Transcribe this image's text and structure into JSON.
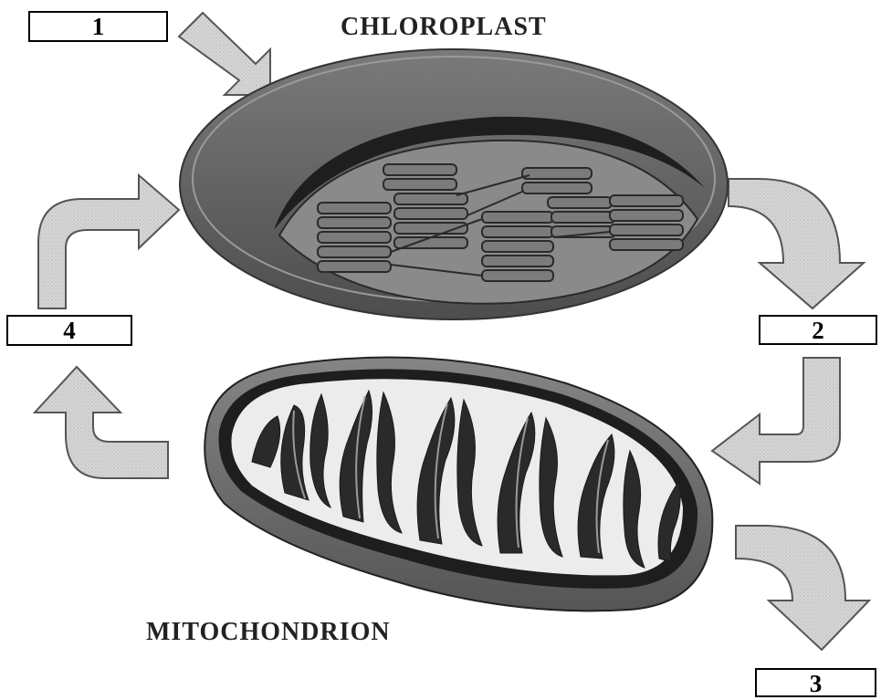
{
  "titles": {
    "chloroplast": "CHLOROPLAST",
    "mitochondrion": "MITOCHONDRION"
  },
  "boxes": [
    {
      "label": "1"
    },
    {
      "label": "2"
    },
    {
      "label": "3"
    },
    {
      "label": "4"
    }
  ],
  "colors": {
    "chloroplast_outer": "#6b6b6b",
    "chloroplast_inner": "#8e8e8e",
    "chloroplast_dark": "#2a2a2a",
    "mitochondrion_body": "#7a7a7a",
    "mitochondrion_dark": "#1e1e1e",
    "mitochondrion_matrix": "#e9e9e9",
    "arrow_fill": "#d8d8d8",
    "arrow_stroke": "#555555"
  }
}
